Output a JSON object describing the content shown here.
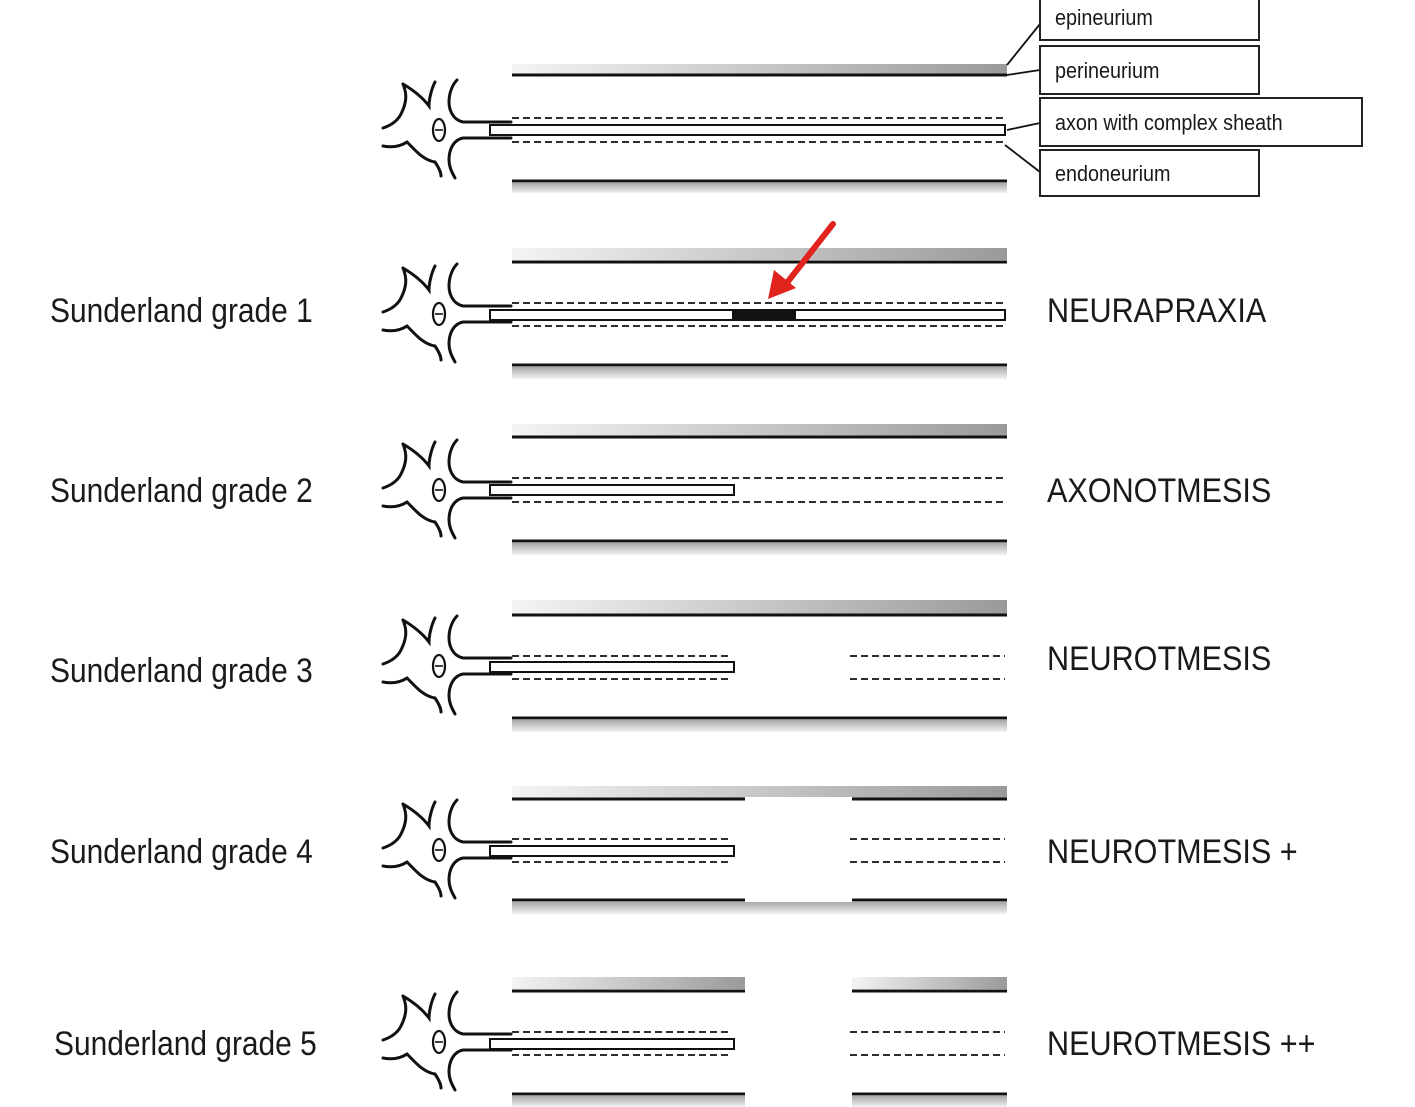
{
  "legend": {
    "epineurium": "epineurium",
    "perineurium": "perineurium",
    "axon": "axon with complex sheath",
    "endoneurium": "endoneurium"
  },
  "grades": [
    {
      "label": "Sunderland grade 1",
      "type": "NEURAPRAXIA"
    },
    {
      "label": "Sunderland grade 2",
      "type": "AXONOTMESIS"
    },
    {
      "label": "Sunderland grade 3",
      "type": "NEUROTMESIS"
    },
    {
      "label": "Sunderland grade 4",
      "type": "NEUROTMESIS +"
    },
    {
      "label": "Sunderland grade 5",
      "type": "NEUROTMESIS ++"
    }
  ],
  "colors": {
    "arrow": "#e0231c",
    "line": "#111111"
  }
}
